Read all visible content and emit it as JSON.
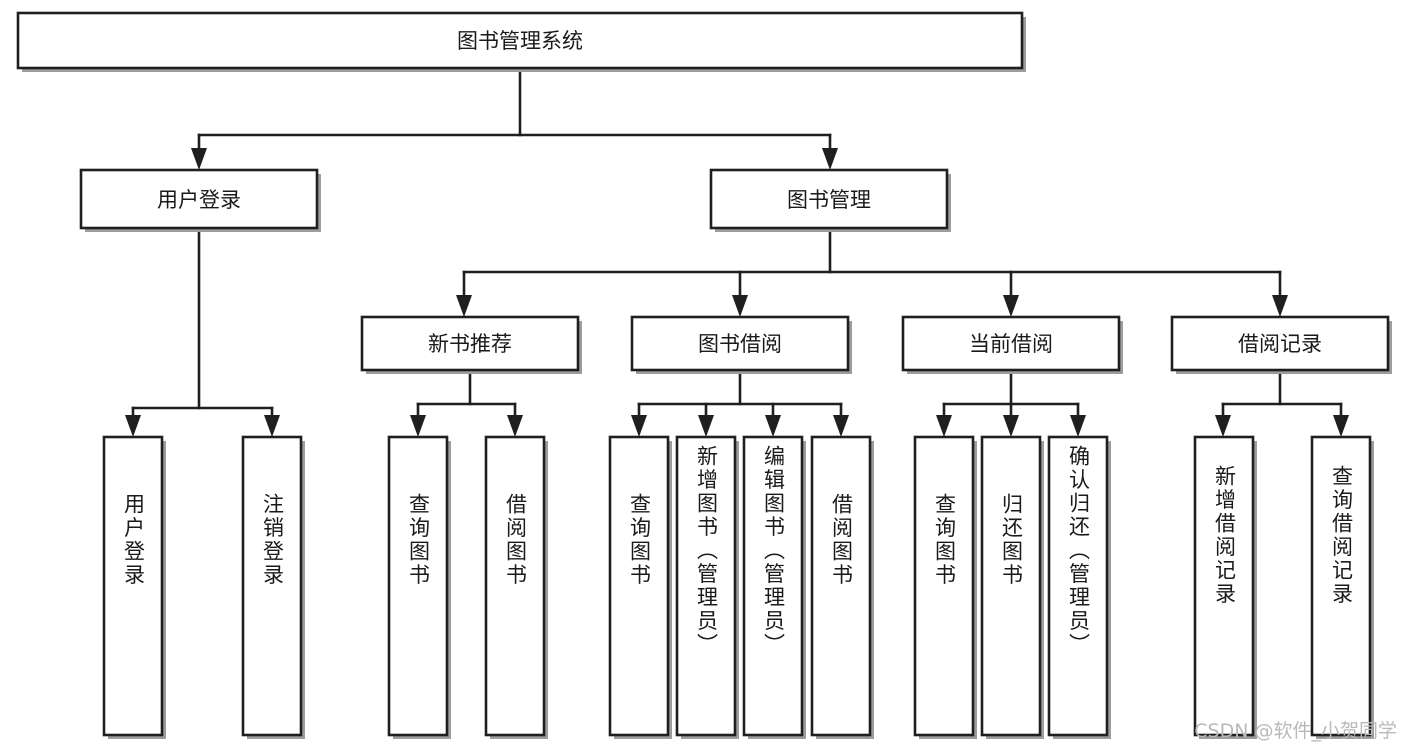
{
  "diagram": {
    "type": "tree",
    "title": "图书管理系统",
    "orientation": "top-down",
    "watermark": "CSDN @软件_小贺同学",
    "colors": {
      "box_fill": "#ffffff",
      "box_stroke": "#1f1f1f",
      "shadow": "#9d9d9d",
      "text": "#1a1a1a",
      "watermark": "#b9b9b9",
      "background": "#ffffff"
    },
    "nodes": {
      "root": {
        "label": "图书管理系统",
        "level": 1,
        "orientation": "horizontal"
      },
      "level2": [
        {
          "id": "user-login",
          "label": "用户登录",
          "orientation": "horizontal"
        },
        {
          "id": "book-management",
          "label": "图书管理",
          "orientation": "horizontal"
        }
      ],
      "level3": [
        {
          "id": "new-book-recommend",
          "label": "新书推荐",
          "orientation": "horizontal",
          "parent": "book-management"
        },
        {
          "id": "book-borrow",
          "label": "图书借阅",
          "orientation": "horizontal",
          "parent": "book-management"
        },
        {
          "id": "current-borrow",
          "label": "当前借阅",
          "orientation": "horizontal",
          "parent": "book-management"
        },
        {
          "id": "borrow-record",
          "label": "借阅记录",
          "orientation": "horizontal",
          "parent": "book-management"
        }
      ],
      "leaves": [
        {
          "id": "leaf-user-login",
          "label": "用户登录",
          "parent": "user-login",
          "orientation": "vertical"
        },
        {
          "id": "leaf-logout-login",
          "label": "注销登录",
          "parent": "user-login",
          "orientation": "vertical"
        },
        {
          "id": "leaf-query-book-1",
          "label": "查询图书",
          "parent": "new-book-recommend",
          "orientation": "vertical"
        },
        {
          "id": "leaf-borrow-book-1",
          "label": "借阅图书",
          "parent": "new-book-recommend",
          "orientation": "vertical"
        },
        {
          "id": "leaf-query-book-2",
          "label": "查询图书",
          "parent": "book-borrow",
          "orientation": "vertical"
        },
        {
          "id": "leaf-add-book",
          "label": "新增图书（管理员）",
          "parent": "book-borrow",
          "orientation": "vertical"
        },
        {
          "id": "leaf-edit-book",
          "label": "编辑图书（管理员）",
          "parent": "book-borrow",
          "orientation": "vertical"
        },
        {
          "id": "leaf-borrow-book-2",
          "label": "借阅图书",
          "parent": "book-borrow",
          "orientation": "vertical"
        },
        {
          "id": "leaf-query-book-3",
          "label": "查询图书",
          "parent": "current-borrow",
          "orientation": "vertical"
        },
        {
          "id": "leaf-return-book",
          "label": "归还图书",
          "parent": "current-borrow",
          "orientation": "vertical"
        },
        {
          "id": "leaf-confirm-return",
          "label": "确认归还（管理员）",
          "parent": "current-borrow",
          "orientation": "vertical"
        },
        {
          "id": "leaf-add-record",
          "label": "新增借阅记录",
          "parent": "borrow-record",
          "orientation": "vertical"
        },
        {
          "id": "leaf-query-record",
          "label": "查询借阅记录",
          "parent": "borrow-record",
          "orientation": "vertical"
        }
      ]
    }
  }
}
